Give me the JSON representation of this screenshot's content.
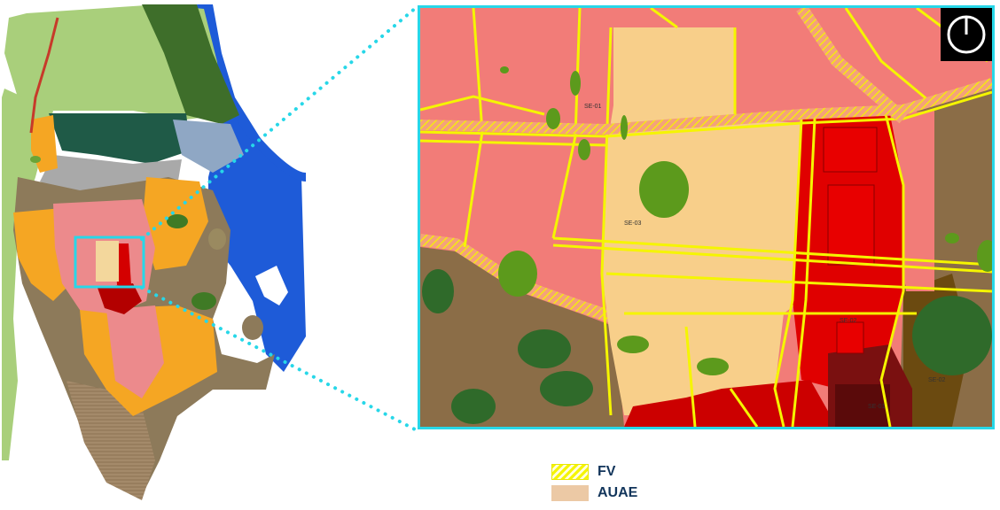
{
  "legend": {
    "items": [
      {
        "label": "FV",
        "color": "#f5f500"
      },
      {
        "label": "AUAE",
        "color": "#ecc9a5"
      }
    ]
  },
  "zone_labels": [
    "SE-01",
    "SE-03",
    "SE-02",
    "SE-01",
    "SE-02"
  ],
  "colors": {
    "highlight": "#27d7e8",
    "water": "#1e5bd8",
    "frame_border": "#27d7e8",
    "fv_hatch": "#f5f500",
    "auae": "#ecc9a5",
    "zone_red": "#e00000",
    "zone_pink": "#f27c78",
    "zone_tan": "#f8cf8a",
    "zone_brown": "#8b6d47",
    "vegetation": "#5c9a1c"
  },
  "icons": {
    "compass": "power-north-icon"
  }
}
